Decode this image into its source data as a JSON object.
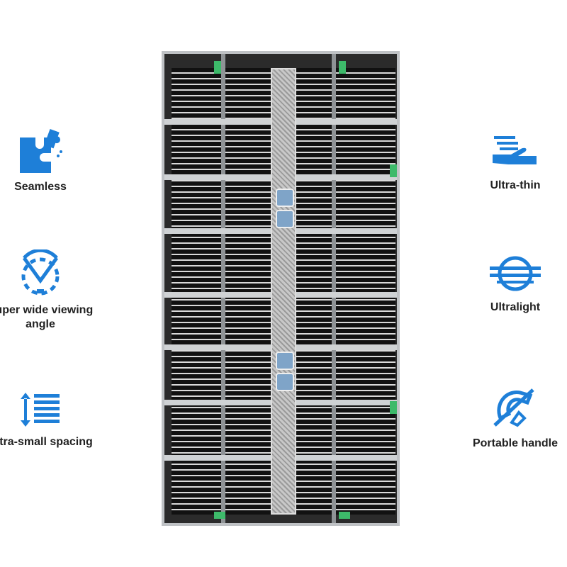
{
  "accent_color": "#1e7fd8",
  "features_left": [
    {
      "icon": "puzzle-icon",
      "label": "Seamless"
    },
    {
      "icon": "viewing-angle-icon",
      "label": "Super wide viewing angle"
    },
    {
      "icon": "spacing-icon",
      "label": "Ultra-small spacing"
    }
  ],
  "features_right": [
    {
      "icon": "hand-thin-icon",
      "label": "Ultra-thin"
    },
    {
      "icon": "ultralight-icon",
      "label": "Ultralight"
    },
    {
      "icon": "handle-icon",
      "label": "Portable handle"
    }
  ]
}
